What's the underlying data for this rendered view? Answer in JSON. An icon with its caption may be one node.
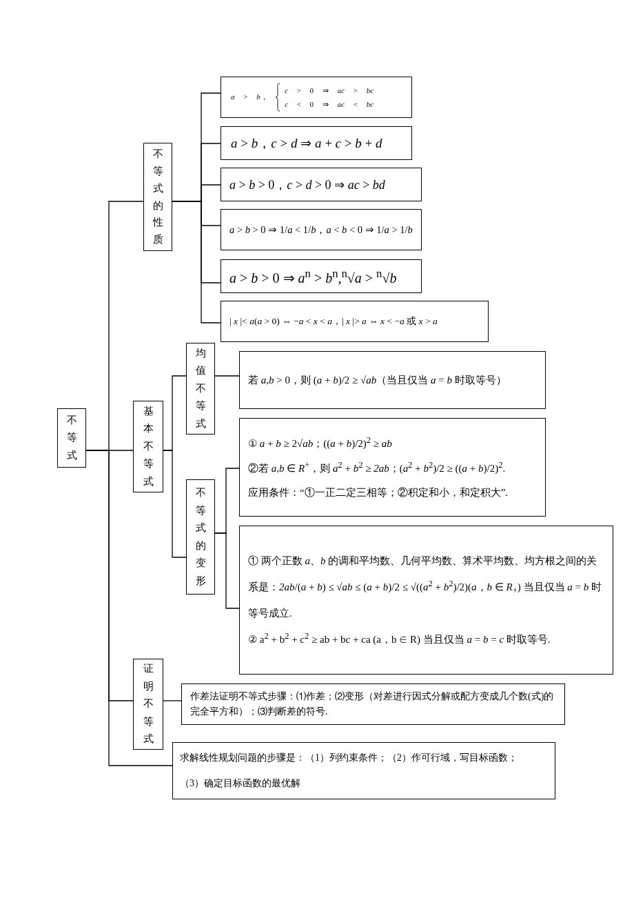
{
  "diagram": {
    "nodes": [
      {
        "text": [
          "不等式"
        ]
      },
      {
        "text": [
          "不等式的性质"
        ]
      },
      {
        "text": [
          "*a* > *b*，",
          "*c* > 0 ⇒ *ac* > *bc*",
          "*c* < 0 ⇒ *ac* < *bc*"
        ]
      },
      {
        "text": [
          "*a* > *b*，*c* > *d* ⇒ *a* + *c* > *b* + *d*"
        ]
      },
      {
        "text": [
          "*a* > *b* > 0，*c* > *d* > 0 ⇒ *ac* > *bd*"
        ]
      },
      {
        "text": [
          "*a* > *b* > 0 ⇒ 1/*a* < 1/*b*，*a* < *b* < 0 ⇒ 1/*a* > 1/*b*"
        ]
      },
      {
        "text": [
          "*a* > *b* > 0 ⇒ *a*$^{n}$ > *b*$^{n}$,$^{n}$√*a* > $^{n}$√*b*"
        ]
      },
      {
        "text": [
          "| *x* |< *a*(*a* > 0) ⇔ −*a* < *x* < *a*，| *x* |> *a* ⇔ *x* < −*a* 或 *x* > *a*"
        ]
      },
      {
        "text": [
          "基本不等式"
        ]
      },
      {
        "text": [
          "均值不等式"
        ]
      },
      {
        "text": [
          "若 *a*,*b* > 0，则 (*a* + *b*)/2 ≥ √*ab*（当且仅当 *a* = *b* 时取等号）"
        ]
      },
      {
        "text": [
          "不等式的变形"
        ]
      },
      {
        "text": [
          "① *a* + *b* ≥ 2√*ab*；((*a* + *b*)/2)$^{2}$ ≥ *ab*",
          "②若 *a*,*b* ∈ *R*$^{+}$，则 *a*$^{2}$ + *b*$^{2}$ ≥ *2ab*；(*a*$^{2}$ + *b*$^{2}$)/2 ≥ ((*a* + *b*)/2)$^{2}$.",
          "应用条件：“①一正二定三相等；②积定和小，和定积大”."
        ]
      },
      {
        "text": [
          "① 两个正数 *a*、*b* 的调和平均数、几何平均数、算术平均数、均方根之间的关系是：*2ab*/(*a* + *b*) ≤ √*ab* ≤ (*a* + *b*)/2 ≤ √((*a*$^{2}$ + *b*$^{2}$)/2)(*a*，*b* ∈ *R*$_{+}$) 当且仅当 *a* = *b* 时等号成立.",
          "② a$^{2}$ + b$^{2}$ + c$^{2}$ ≥ ab + bc + ca (a，b ∈ R) 当且仅当 *a* = *b* = *c* 时取等号."
        ]
      },
      {
        "text": [
          "证明不等式"
        ]
      },
      {
        "text": [
          "作差法证明不等式步骤：⑴作差；⑵变形（对差进行因式分解或配方变成几个数(式)的完全平方和）；⑶判断差的符号."
        ]
      },
      {
        "text": [
          "求解线性规划问题的步骤是：（1）列约束条件；（2）作可行域，写目标函数；（3）确定目标函数的最优解"
        ]
      }
    ],
    "edges": [
      {
        "from": 0,
        "to": 1,
        "arrow": "none"
      },
      {
        "from": 0,
        "to": 8,
        "arrow": "none"
      },
      {
        "from": 0,
        "to": 14,
        "arrow": "none"
      },
      {
        "from": 0,
        "to": 16,
        "arrow": "none"
      },
      {
        "from": 1,
        "to": 2,
        "arrow": "none"
      },
      {
        "from": 1,
        "to": 3,
        "arrow": "none"
      },
      {
        "from": 1,
        "to": 4,
        "arrow": "none"
      },
      {
        "from": 1,
        "to": 5,
        "arrow": "none"
      },
      {
        "from": 1,
        "to": 6,
        "arrow": "none"
      },
      {
        "from": 1,
        "to": 7,
        "arrow": "none"
      },
      {
        "from": 8,
        "to": 9,
        "arrow": "none"
      },
      {
        "from": 8,
        "to": 11,
        "arrow": "none"
      },
      {
        "from": 9,
        "to": 10,
        "arrow": "none"
      },
      {
        "from": 11,
        "to": 12,
        "arrow": "none"
      },
      {
        "from": 11,
        "to": 13,
        "arrow": "none"
      },
      {
        "from": 14,
        "to": 15,
        "arrow": "none"
      }
    ]
  }
}
